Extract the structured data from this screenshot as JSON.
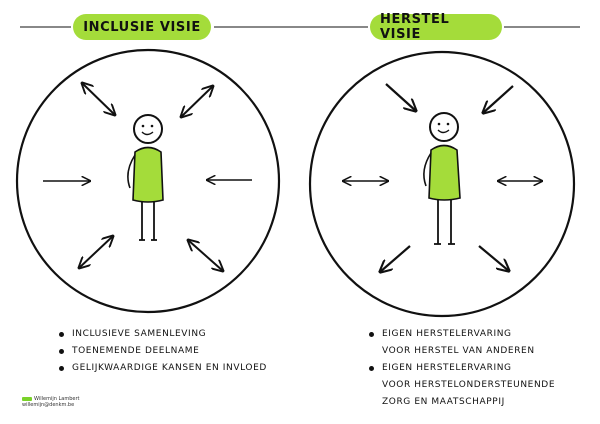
{
  "left_panel": {
    "title": "INCLUSIE VISIE",
    "bullets": [
      "INCLUSIEVE SAMENLEVING",
      "TOENEMENDE DEELNAME",
      "GELIJKWAARDIGE KANSEN EN INVLOED"
    ]
  },
  "right_panel": {
    "title": "HERSTEL VISIE",
    "bullets": [
      {
        "line1": "EIGEN HERSTELERVARING",
        "line2": "VOOR HERSTEL VAN ANDEREN"
      },
      {
        "line1": "EIGEN HERSTELERVARING",
        "line2": "VOOR HERSTELONDERSTEUNENDE",
        "line3": "ZORG EN MAATSCHAPPIJ"
      }
    ]
  },
  "signature": {
    "line1": "Willemijn Lambert",
    "line2": "willemijn@denkm.be"
  },
  "colors": {
    "accent_green": "#a4dc3a",
    "ink": "#111111",
    "title_pill": "#a4dc3a"
  }
}
